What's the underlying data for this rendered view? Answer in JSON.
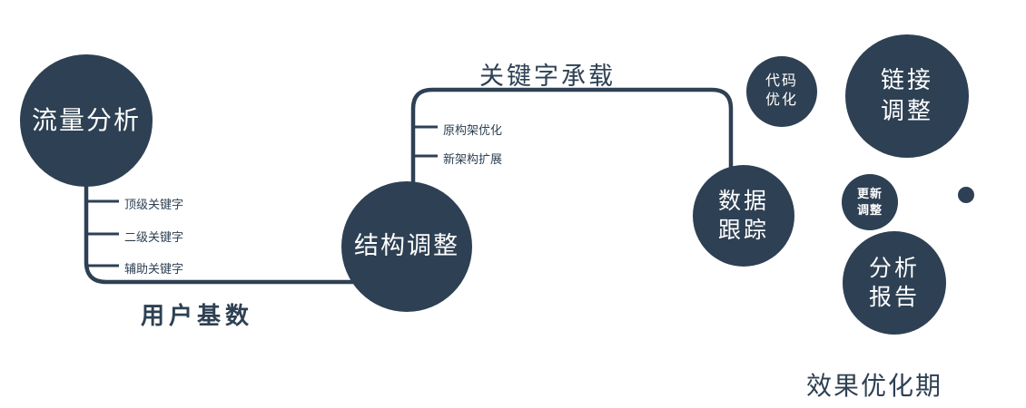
{
  "colors": {
    "node_fill": "#2e4053",
    "connector": "#2e4053",
    "label_text": "#2e4053",
    "node_text": "#ffffff"
  },
  "nodes": {
    "traffic": {
      "label": "流量分析"
    },
    "structure": {
      "label": "结构调整"
    },
    "data_tracking": {
      "line1": "数据",
      "line2": "跟踪"
    },
    "code_optimization": {
      "line1": "代码",
      "line2": "优化"
    },
    "link_adjustment": {
      "line1": "链接",
      "line2": "调整"
    },
    "update_adjustment": {
      "line1": "更新",
      "line2": "调整"
    },
    "analysis_report": {
      "line1": "分析",
      "line2": "报告"
    }
  },
  "edge_labels": {
    "user_base": "用户基数",
    "keyword_carrying": "关键字承载"
  },
  "branches": {
    "traffic": [
      "顶级关键字",
      "二级关键字",
      "辅助关键字"
    ],
    "structure": [
      "原构架优化",
      "新架构扩展"
    ]
  },
  "footer": "效果优化期"
}
